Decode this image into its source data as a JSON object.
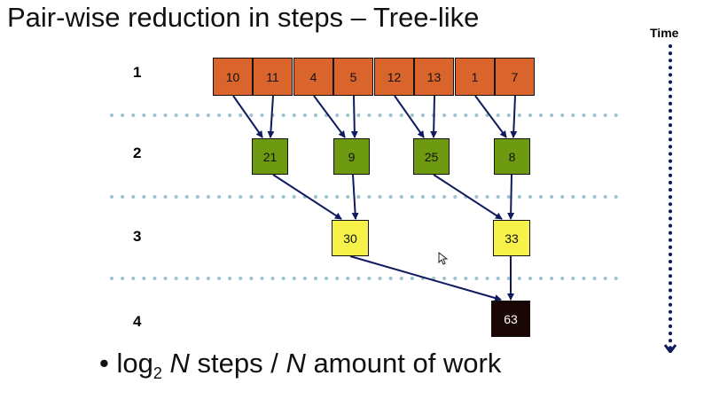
{
  "title": "Pair-wise reduction in steps – Tree-like",
  "time_label": "Time",
  "steps": [
    "1",
    "2",
    "3",
    "4"
  ],
  "level1": [
    "10",
    "11",
    "4",
    "5",
    "12",
    "13",
    "1",
    "7"
  ],
  "level2": [
    "21",
    "9",
    "25",
    "8"
  ],
  "level3": [
    "30",
    "33"
  ],
  "level4": [
    "63"
  ],
  "footer": {
    "bullet": "•",
    "log": "log",
    "sub": "2",
    "n1": "N",
    "mid": " steps / ",
    "n2": "N",
    "end": " amount of work"
  },
  "colors": {
    "level1": "#d9652c",
    "level2": "#6e9a12",
    "level3": "#f6f24a",
    "level4": "#1a0505",
    "arrows": "#101a5e",
    "separators": "#9ec5cf",
    "time_axis": "#101a5e"
  }
}
